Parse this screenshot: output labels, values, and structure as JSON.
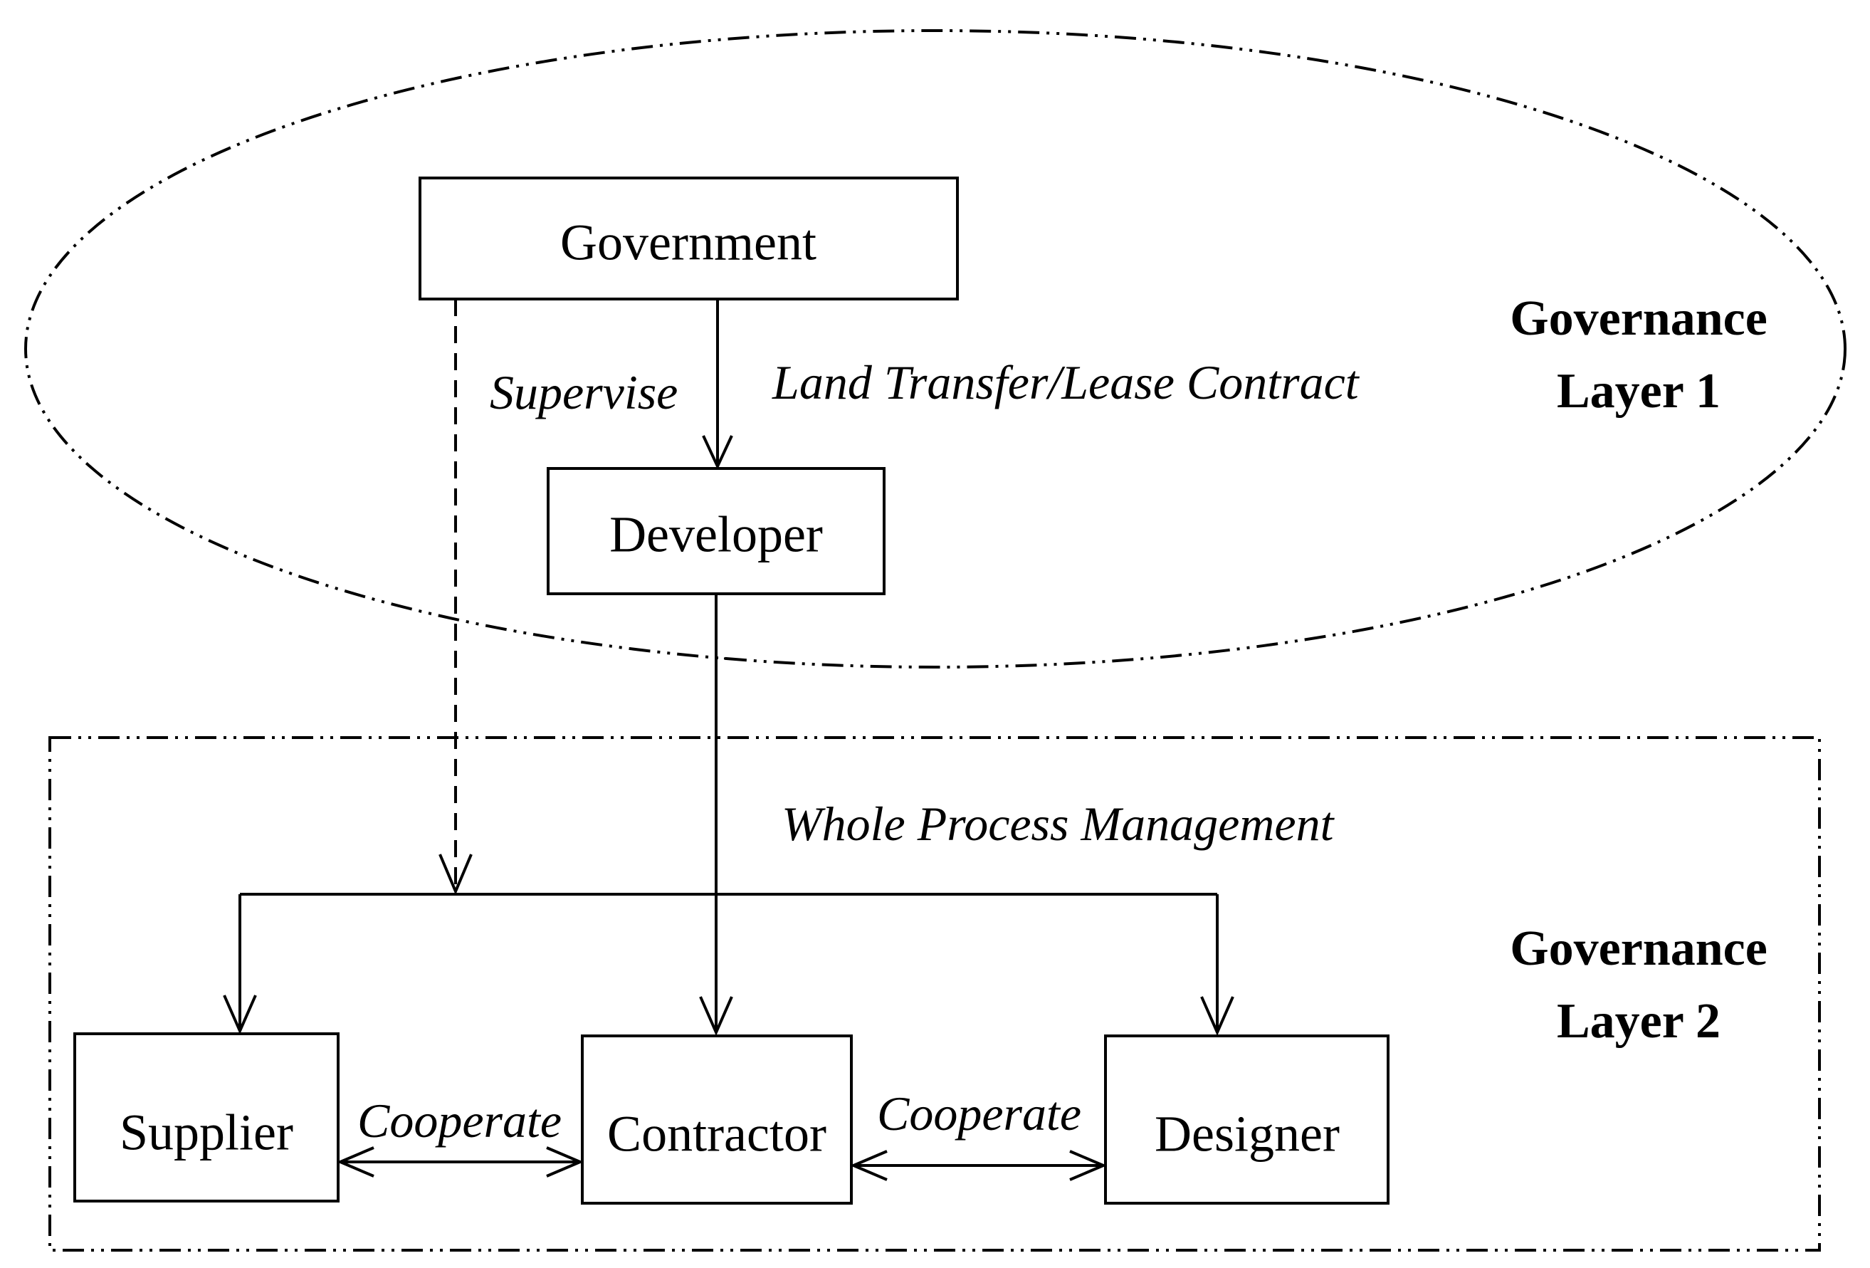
{
  "nodes": {
    "government": "Government",
    "developer": "Developer",
    "supplier": "Supplier",
    "contractor": "Contractor",
    "designer": "Designer"
  },
  "edges": {
    "supervise": "Supervise",
    "land_contract": "Land Transfer/Lease Contract",
    "whole_process": "Whole Process Management",
    "cooperate_left": "Cooperate",
    "cooperate_right": "Cooperate"
  },
  "layers": {
    "layer1": {
      "line1": "Governance",
      "line2": "Layer 1"
    },
    "layer2": {
      "line1": "Governance",
      "line2": "Layer 2"
    }
  }
}
